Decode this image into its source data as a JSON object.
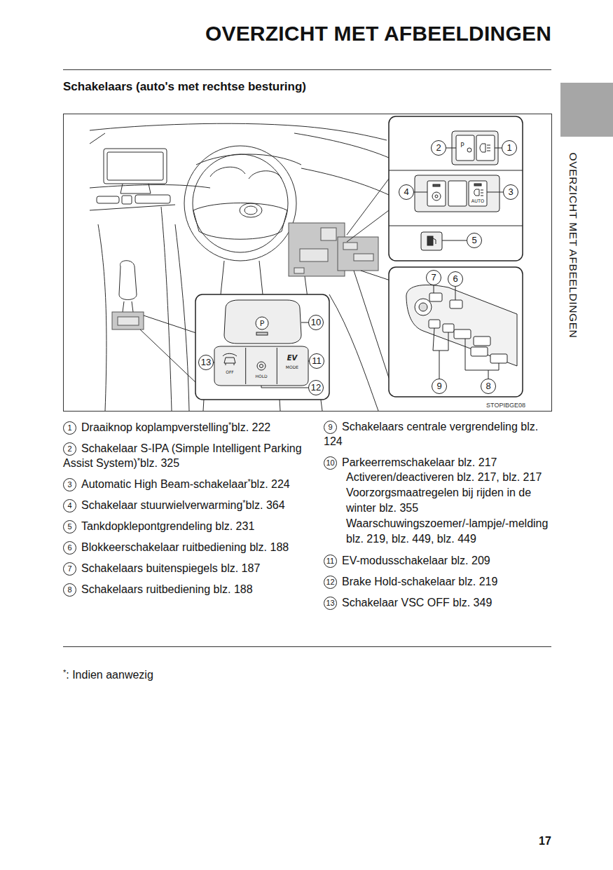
{
  "diagram": {
    "title": "OVERZICHT MET AFBEELDINGEN",
    "labels": [
      "Schakelaars (auto's met rechtse besturing)",
      "OVERZICHT MET AFBEELDINGEN",
      "2",
      "1",
      "4",
      "3",
      "5",
      "7",
      "6",
      "10",
      "13",
      "11",
      "12",
      "9",
      "8",
      "P",
      "AUTO",
      "P",
      "OFF",
      "HOLD",
      "EV",
      "MODE",
      "STOPIBGE08",
      "1",
      "Draaiknop koplampverstelling",
      "*",
      "blz. 222",
      "2",
      "Schakelaar S-IPA (Simple Intelligent Parking Assist System)",
      "*",
      "blz. 325",
      "3",
      "Automatic High Beam-schakelaar",
      "*",
      "blz. 224",
      "4",
      "Schakelaar stuurwielverwarming",
      "*",
      "blz. 364",
      "5",
      "Tankdopklepontgrendeling blz. 231",
      "6",
      "Blokkeerschakelaar ruitbediening blz. 188",
      "7",
      "Schakelaars buitenspiegels blz. 187",
      "8",
      "Schakelaars ruitbediening blz. 188",
      "9",
      "Schakelaars centrale vergrendeling blz. 124",
      "10",
      "Parkeerremschakelaar blz. 217",
      "Activeren/deactiveren blz. 217, blz. 217",
      "Voorzorgsmaatregelen bij rijden in de winter blz. 355",
      "Waarschuwingszoemer/-lampje/-melding blz. 219, blz. 449, blz. 449",
      "11",
      "EV-modusschakelaar blz. 209",
      "12",
      "Brake Hold-schakelaar blz. 219",
      "13",
      "Schakelaar VSC OFF blz. 349",
      "*",
      ": Indien aanwezig",
      "17"
    ]
  }
}
